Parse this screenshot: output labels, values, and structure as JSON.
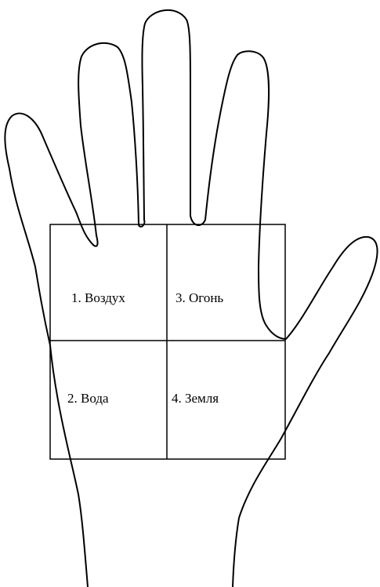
{
  "zones": [
    {
      "number": 1,
      "label": "1. Воздух"
    },
    {
      "number": 3,
      "label": "3. Огонь"
    },
    {
      "number": 2,
      "label": "2. Вода"
    },
    {
      "number": 4,
      "label": "4. Земля"
    }
  ],
  "colors": {
    "stroke": "#000000",
    "background": "#ffffff"
  }
}
